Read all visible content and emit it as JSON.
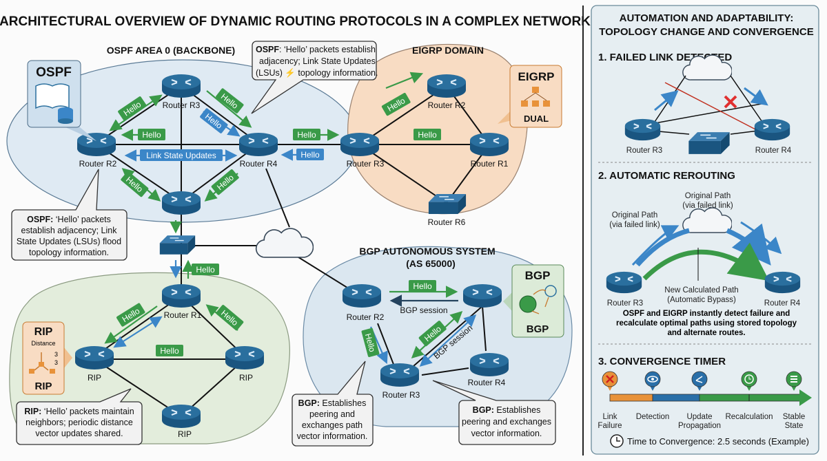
{
  "title": "ARCHITECTURAL OVERVIEW OF DYNAMIC ROUTING PROTOCOLS IN A COMPLEX NETWORK",
  "colors": {
    "router": "#1f5f8b",
    "hello": "#3a9a48",
    "lsu": "#3b86c8",
    "ospf_bg": "#dfeaf3",
    "eigrp_bg": "#f8dcc3",
    "rip_bg": "#e3eddc",
    "bgp_bg": "#dbe7f0",
    "orange": "#e8923a",
    "fail": "#e03030"
  },
  "hello": "Hello",
  "ospf": {
    "area_title": "OSPF AREA 0 (BACKBONE)",
    "badge": "OSPF",
    "routers": [
      "Router R3",
      "Router R2",
      "Router R4"
    ],
    "lsu": "Link State Updates",
    "callout_top": {
      "bold": "OSPF",
      "l1": ": ‘Hello’ packets establish",
      "l2": "adjacency; Link State Updates",
      "l3": "(LSUs) ⚡ topology information."
    },
    "callout_left": {
      "bold": "OSPF:",
      "l1": " ‘Hello’ packets",
      "l2": "establish adjacency; Link",
      "l3": "State Updates (LSUs) flood",
      "l4": "topology information."
    }
  },
  "eigrp": {
    "domain_title": "EIGRP DOMAIN",
    "badge": "EIGRP",
    "badge_sub": "DUAL",
    "routers": [
      "Router R2",
      "Router R3",
      "Router R1",
      "Router R6"
    ]
  },
  "rip": {
    "routers": [
      "Router R1",
      "RIP",
      "RIP",
      "RIP"
    ],
    "badge": "RIP",
    "badge_sub": "Distance",
    "badge_nums": [
      "3",
      "3"
    ],
    "badge_bottom": "RIP",
    "callout": {
      "bold": "RIP:",
      "l1": " ‘Hello’ packets maintain",
      "l2": "neighbors; periodic distance",
      "l3": "vector updates shared."
    }
  },
  "bgp": {
    "title_l1": "BGP AUTONOMOUS SYSTEM",
    "title_l2": "(AS 65000)",
    "routers": [
      "Router R2",
      "Router R3",
      "Router R4"
    ],
    "session": "BGP session",
    "badge": "BGP",
    "badge_bottom": "BGP",
    "callout_left": {
      "bold": "BGP:",
      "l1": " Establishes",
      "l2": "peering and",
      "l3": "exchanges path",
      "l4": "vector information."
    },
    "callout_right": {
      "bold": "BGP:",
      "l1": " Establishes",
      "l2": "peering and exchanges",
      "l3": "vector information."
    }
  },
  "panel": {
    "title_l1": "AUTOMATION AND ADAPTABILITY:",
    "title_l2": "TOPOLOGY CHANGE AND CONVERGENCE",
    "s1": "1. FAILED LINK DETECTED",
    "s2": "2. AUTOMATIC REROUTING",
    "s3": "3. CONVERGENCE TIMER",
    "r3": "Router R3",
    "r4": "Router R4",
    "orig_top_l1": "Original Path",
    "orig_top_l2": "(via failed link)",
    "orig_left_l1": "Original Path",
    "orig_left_l2": "(via failed link)",
    "new_l1": "New Calculated Path",
    "new_l2": "(Automatic Bypass)",
    "summary_l1": "OSPF and EIGRP instantly detect failure and",
    "summary_l2": "recalculate optimal paths using stored topology",
    "summary_l3": "and alternate routes.",
    "timeline": [
      {
        "l1": "Link",
        "l2": "Failure",
        "icon": "x-icon",
        "color": "#e8923a"
      },
      {
        "l1": "Detection",
        "l2": "",
        "icon": "eye-icon",
        "color": "#2a6fa8"
      },
      {
        "l1": "Update",
        "l2": "Propagation",
        "icon": "share-icon",
        "color": "#2a6fa8"
      },
      {
        "l1": "Recalculation",
        "l2": "",
        "icon": "refresh-clock-icon",
        "color": "#3a9a48"
      },
      {
        "l1": "Stable",
        "l2": "State",
        "icon": "list-icon",
        "color": "#3a9a48"
      }
    ],
    "convergence": "Time to Convergence: 2.5 seconds (Example)"
  }
}
